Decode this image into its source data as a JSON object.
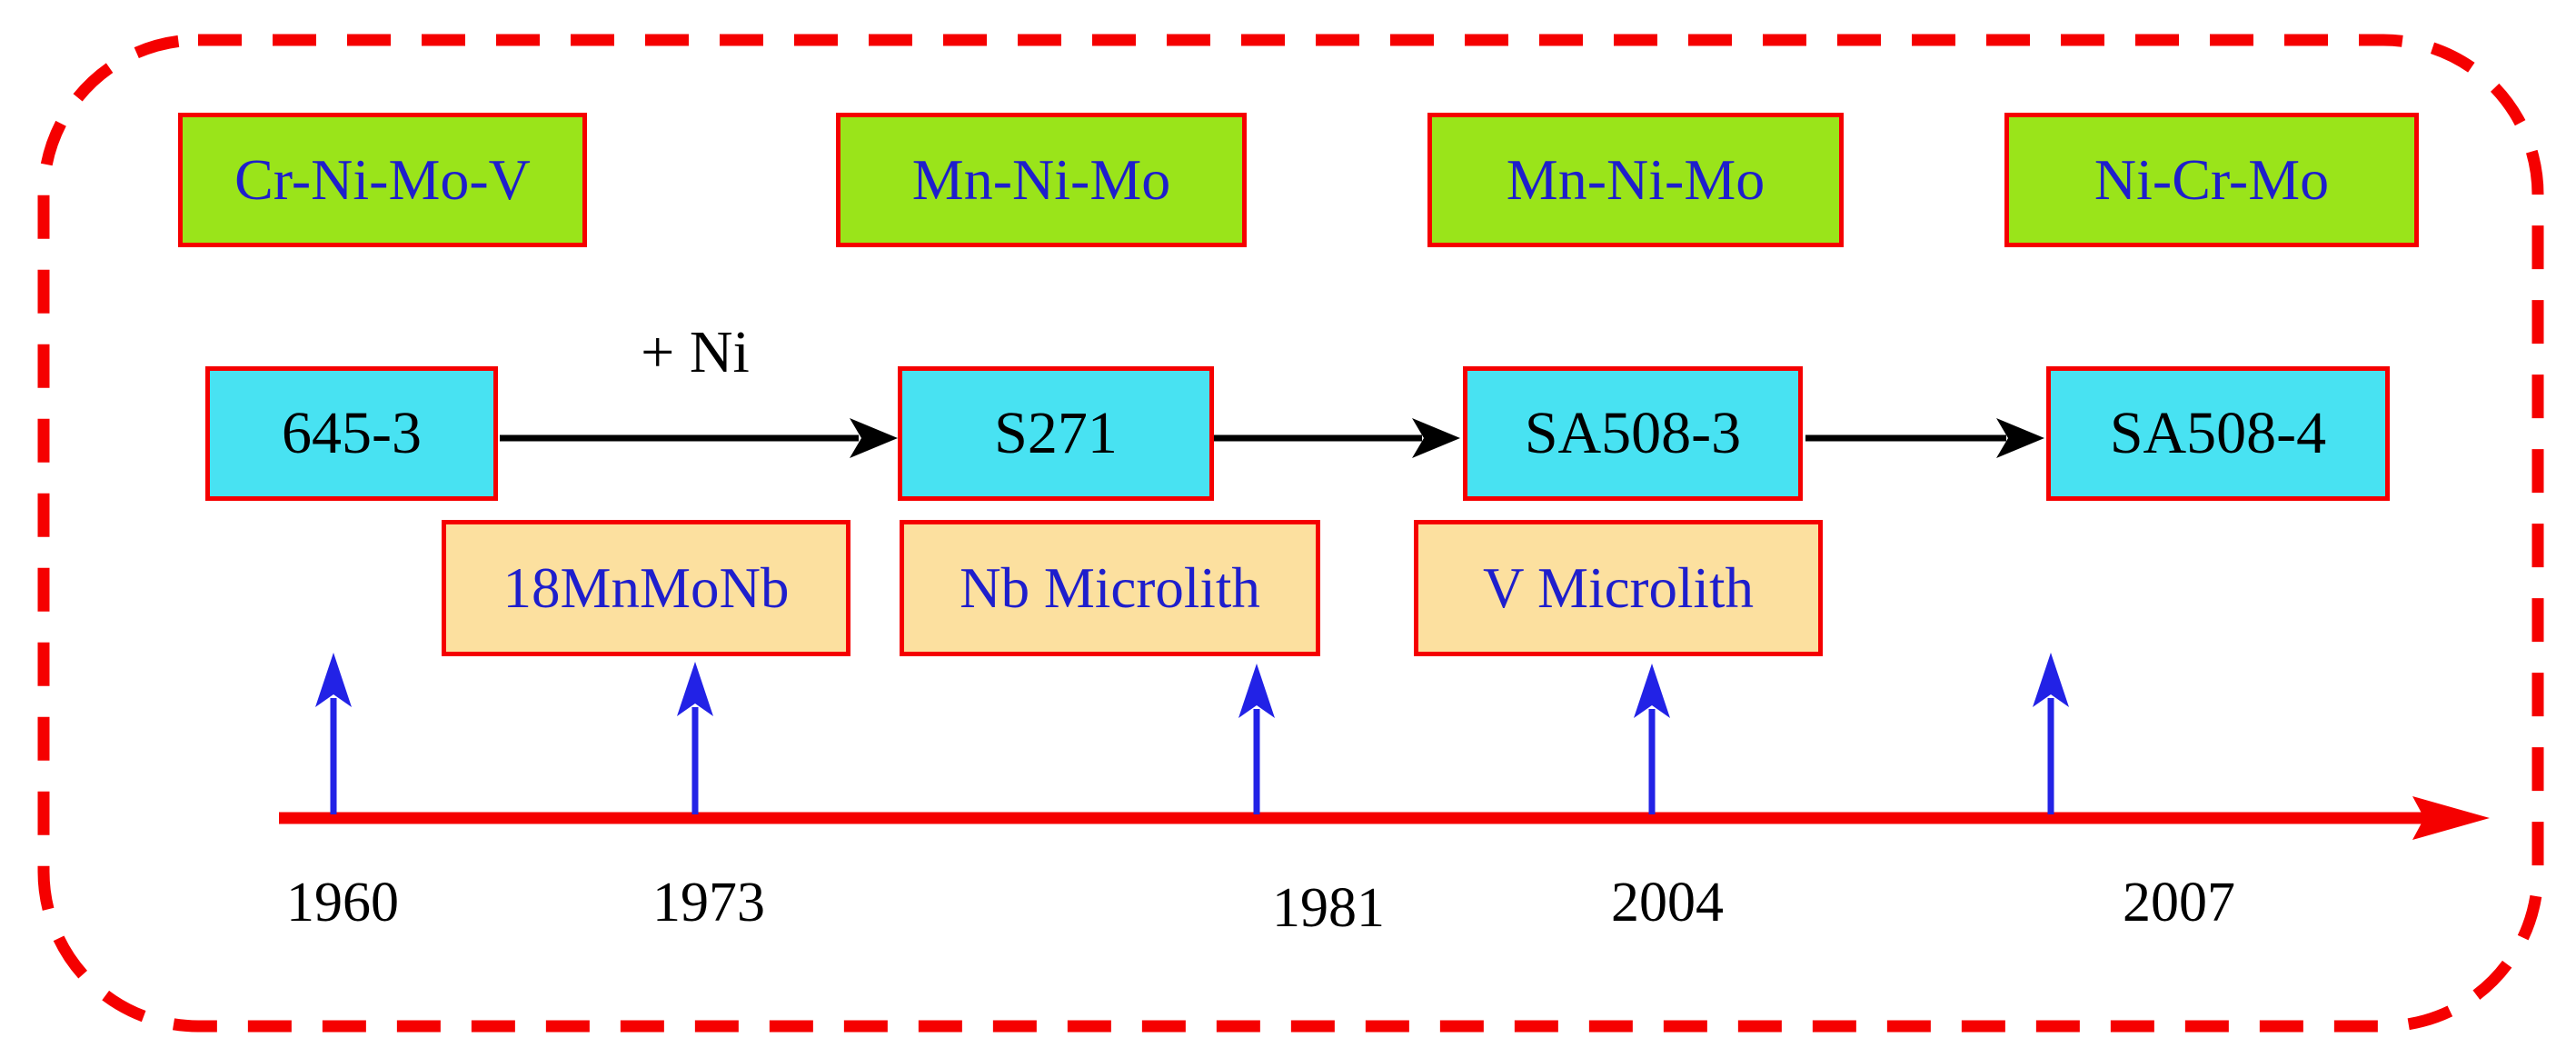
{
  "diagram": {
    "description": "Evolution of reactor pressure vessel steel grades with alloy systems and microalloying additions over a timeline",
    "colors": {
      "frame_red": "#F50000",
      "alloy_system_green": "#9AE41A",
      "grade_cyan": "#48E2F2",
      "microalloy_tan": "#FCE09F",
      "blue_text": "#1E1ECC",
      "blue_arrow": "#2222E6",
      "black": "#000000"
    },
    "alloy_systems": [
      {
        "label": "Cr-Ni-Mo-V"
      },
      {
        "label": "Mn-Ni-Mo"
      },
      {
        "label": "Mn-Ni-Mo"
      },
      {
        "label": "Ni-Cr-Mo"
      }
    ],
    "steel_grades": [
      {
        "label": "645-3"
      },
      {
        "label": "S271"
      },
      {
        "label": "SA508-3"
      },
      {
        "label": "SA508-4"
      }
    ],
    "flow_arrow_label": "+ Ni",
    "microalloy_additions": [
      {
        "label": "18MnMoNb"
      },
      {
        "label": "Nb Microlith"
      },
      {
        "label": "V Microlith"
      }
    ],
    "timeline": {
      "years": [
        {
          "label": "1960"
        },
        {
          "label": "1973"
        },
        {
          "label": "1981"
        },
        {
          "label": "2004"
        },
        {
          "label": "2007"
        }
      ]
    }
  }
}
